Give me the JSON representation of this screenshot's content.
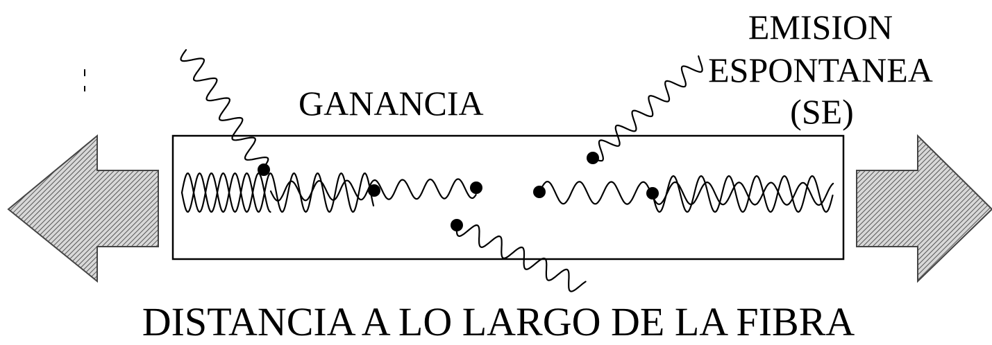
{
  "labels": {
    "gain": "GANANCIA",
    "se_line1": "EMISION",
    "se_line2": "ESPONTANEA",
    "se_line3": "(SE)",
    "axis": "DISTANCIA A LO LARGO DE LA FIBRA"
  },
  "colors": {
    "ink": "#000000",
    "background": "#ffffff",
    "arrow_hatch": "#555555"
  }
}
